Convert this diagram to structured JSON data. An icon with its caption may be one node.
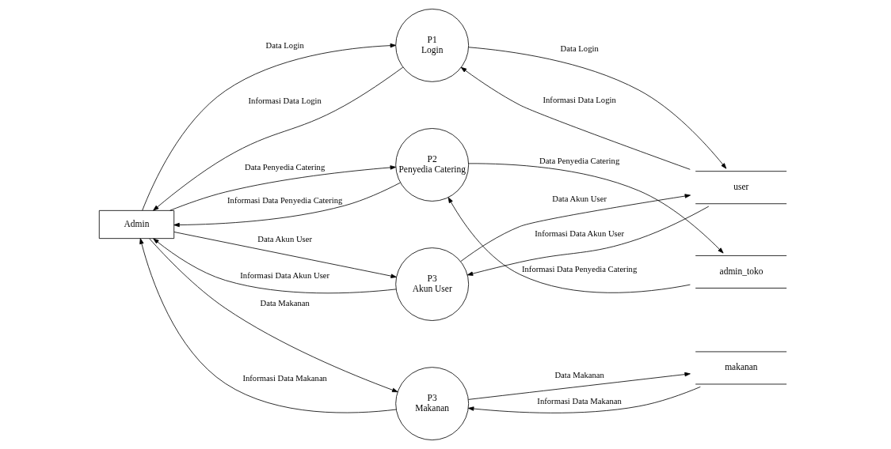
{
  "diagram": {
    "nodes": [
      {
        "text": [
          "Admin"
        ]
      },
      {
        "text": [
          "P1",
          "Login"
        ]
      },
      {
        "text": [
          "user"
        ]
      },
      {
        "text": [
          "P2",
          "Penyedia Catering"
        ]
      },
      {
        "text": [
          "admin_toko"
        ]
      },
      {
        "text": [
          "P3",
          "Akun User"
        ]
      },
      {
        "text": [
          "P3",
          "Makanan"
        ]
      },
      {
        "text": [
          "makanan"
        ]
      }
    ],
    "edges": [
      {
        "from": 0,
        "to": 1,
        "arrow": "to",
        "label": "Data Login"
      },
      {
        "from": 1,
        "to": 0,
        "arrow": "to",
        "label": "Informasi Data Login"
      },
      {
        "from": 1,
        "to": 2,
        "arrow": "to",
        "label": "Data Login"
      },
      {
        "from": 2,
        "to": 1,
        "arrow": "to",
        "label": "Informasi Data Login"
      },
      {
        "from": 0,
        "to": 3,
        "arrow": "to",
        "label": "Data Penyedia Catering"
      },
      {
        "from": 3,
        "to": 0,
        "arrow": "to",
        "label": "Informasi Data Penyedia Catering"
      },
      {
        "from": 3,
        "to": 4,
        "arrow": "to",
        "label": "Data Penyedia Catering"
      },
      {
        "from": 4,
        "to": 3,
        "arrow": "to",
        "label": "Informasi Data Penyedia Catering"
      },
      {
        "from": 0,
        "to": 5,
        "arrow": "to",
        "label": "Data Akun User"
      },
      {
        "from": 5,
        "to": 0,
        "arrow": "to",
        "label": "Informasi Data Akun User"
      },
      {
        "from": 5,
        "to": 2,
        "arrow": "to",
        "label": "Data Akun User"
      },
      {
        "from": 2,
        "to": 5,
        "arrow": "to",
        "label": "Informasi Data Akun User"
      },
      {
        "from": 0,
        "to": 6,
        "arrow": "to",
        "label": "Data Makanan"
      },
      {
        "from": 6,
        "to": 0,
        "arrow": "to",
        "label": "Informasi Data Makanan"
      },
      {
        "from": 6,
        "to": 7,
        "arrow": "to",
        "label": "Data Makanan"
      },
      {
        "from": 7,
        "to": 6,
        "arrow": "to",
        "label": "Informasi Data Makanan"
      }
    ]
  }
}
